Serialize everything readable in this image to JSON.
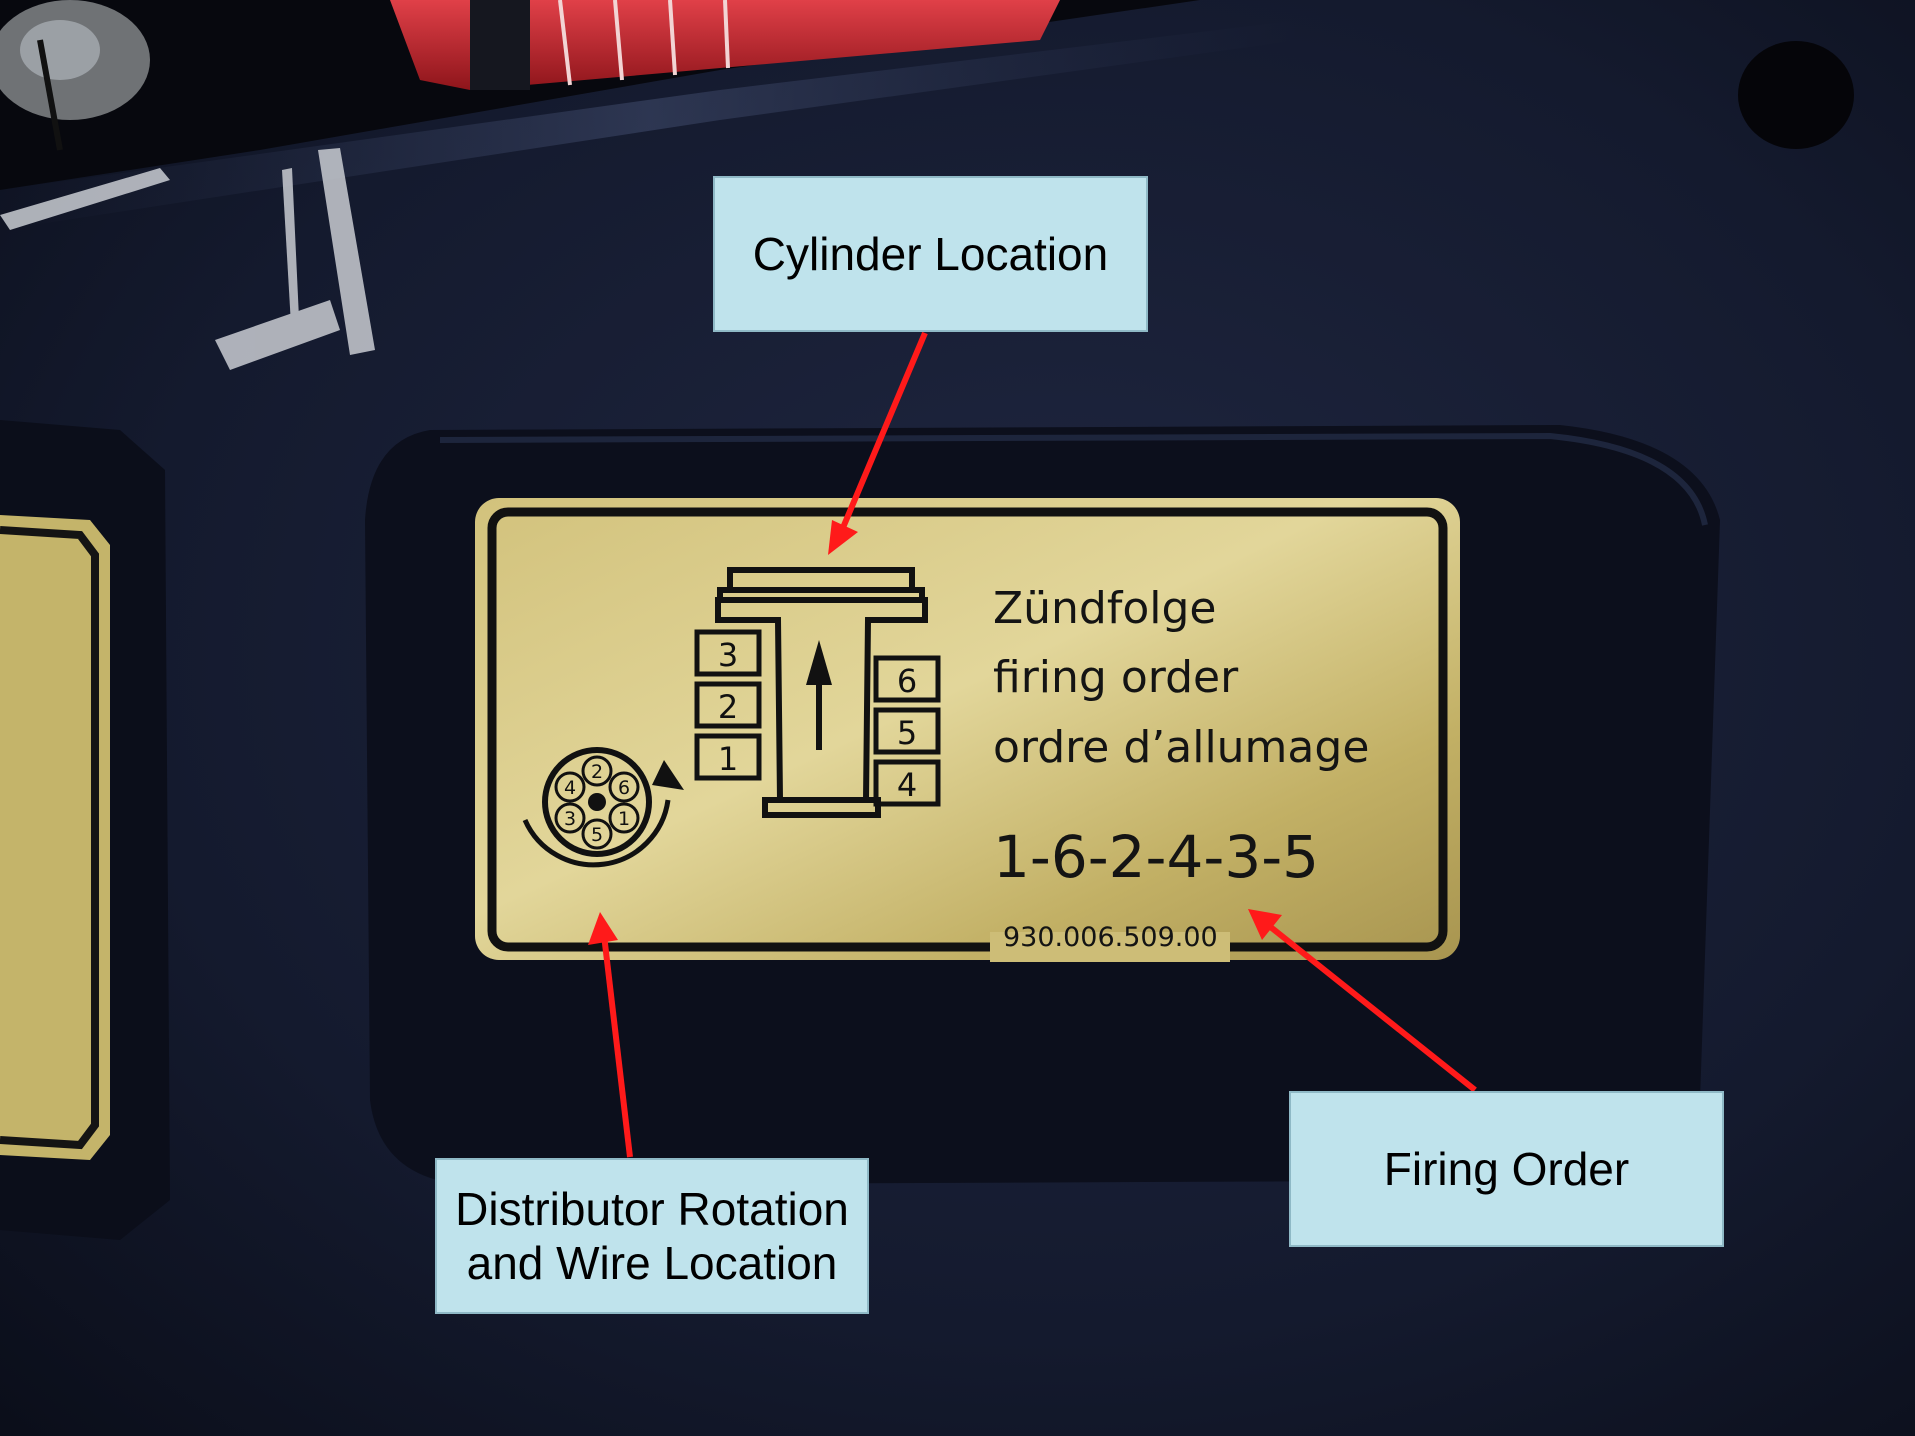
{
  "plate": {
    "cylinders_left": [
      "3",
      "2",
      "1"
    ],
    "cylinders_right": [
      "6",
      "5",
      "4"
    ],
    "heading_de": "Zündfolge",
    "heading_en": "firing order",
    "heading_fr": "ordre d’allumage",
    "firing_order": "1-6-2-4-3-5",
    "part_number": "930.006.509.00",
    "distributor_wires": [
      "2",
      "6",
      "1",
      "5",
      "3",
      "4"
    ]
  },
  "callouts": {
    "cylinder_location": "Cylinder Location",
    "distributor_line1": "Distributor Rotation",
    "distributor_line2": "and Wire Location",
    "firing_order": "Firing Order"
  },
  "colors": {
    "paint": "#12162a",
    "plate_brass": "#c6b46a",
    "plate_ink": "#111111",
    "callout_fill": "#bfe3ec",
    "arrow": "#ff1a1a",
    "hose_red": "#c8242a"
  }
}
